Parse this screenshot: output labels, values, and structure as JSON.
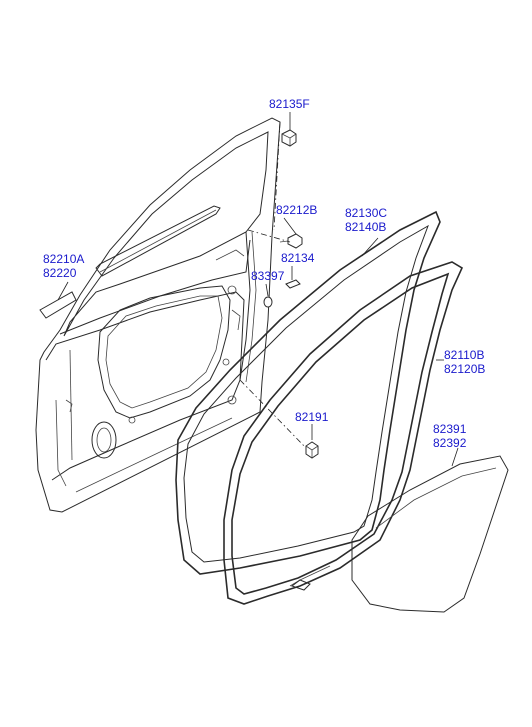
{
  "callouts": {
    "p82135F": "82135F",
    "p82212B": "82212B",
    "p82134": "82134",
    "p83397": "83397",
    "p82130C": "82130C",
    "p82140B": "82140B",
    "p82210A": "82210A",
    "p82220": "82220",
    "p82191": "82191",
    "p82110B": "82110B",
    "p82120B": "82120B",
    "p82391": "82391",
    "p82392": "82392"
  },
  "colors": {
    "label": "#1a1acc",
    "line": "#2b2b2b",
    "background": "#ffffff"
  }
}
